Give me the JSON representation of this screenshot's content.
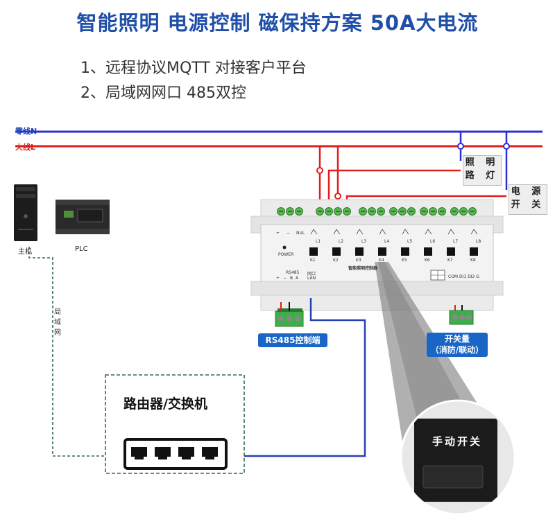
{
  "title": "智能照明 电源控制 磁保持方案 50A大电流",
  "features": [
    "1、远程协议MQTT 对接客户平台",
    "2、局域网网口 485双控"
  ],
  "wires": {
    "neutral": "零线N",
    "live": "火线L"
  },
  "loads": {
    "lamp": "照 明 路 灯",
    "power_switch": "电 源 开 关"
  },
  "devices": {
    "host": "主机",
    "plc": "PLC",
    "lan_cable": "局域网"
  },
  "module": {
    "terminal_top": [
      "+",
      "−",
      "NUL"
    ],
    "power_label": "POWER",
    "line_labels": [
      "L1",
      "L2",
      "L3",
      "L4",
      "L5",
      "L6",
      "L7",
      "L8"
    ],
    "keys": [
      "K1",
      "K2",
      "K3",
      "K4",
      "K5",
      "K6",
      "K7",
      "K8"
    ],
    "name": "智能照明控制器",
    "bottom_terminals": [
      "+",
      "−",
      "B",
      "A"
    ],
    "rs485_label": "RS485",
    "lan_port_label": "LAN",
    "lan_port_top": "网口",
    "di_labels": "COM DI1 DI2 G"
  },
  "rs485_control": "RS485控制端",
  "switch_input": {
    "line1": "开关量",
    "line2": "（消防/联动）"
  },
  "router": {
    "title": "路由器/交换机"
  },
  "manual_switch": "手动开关",
  "colors": {
    "neutral_wire": "#2b2fd6",
    "live_wire": "#e11d1d",
    "lan_cable": "#2740b5",
    "title": "#1f4fa8",
    "label_box": "#1a66c7",
    "dash": "#2e6b4d"
  }
}
